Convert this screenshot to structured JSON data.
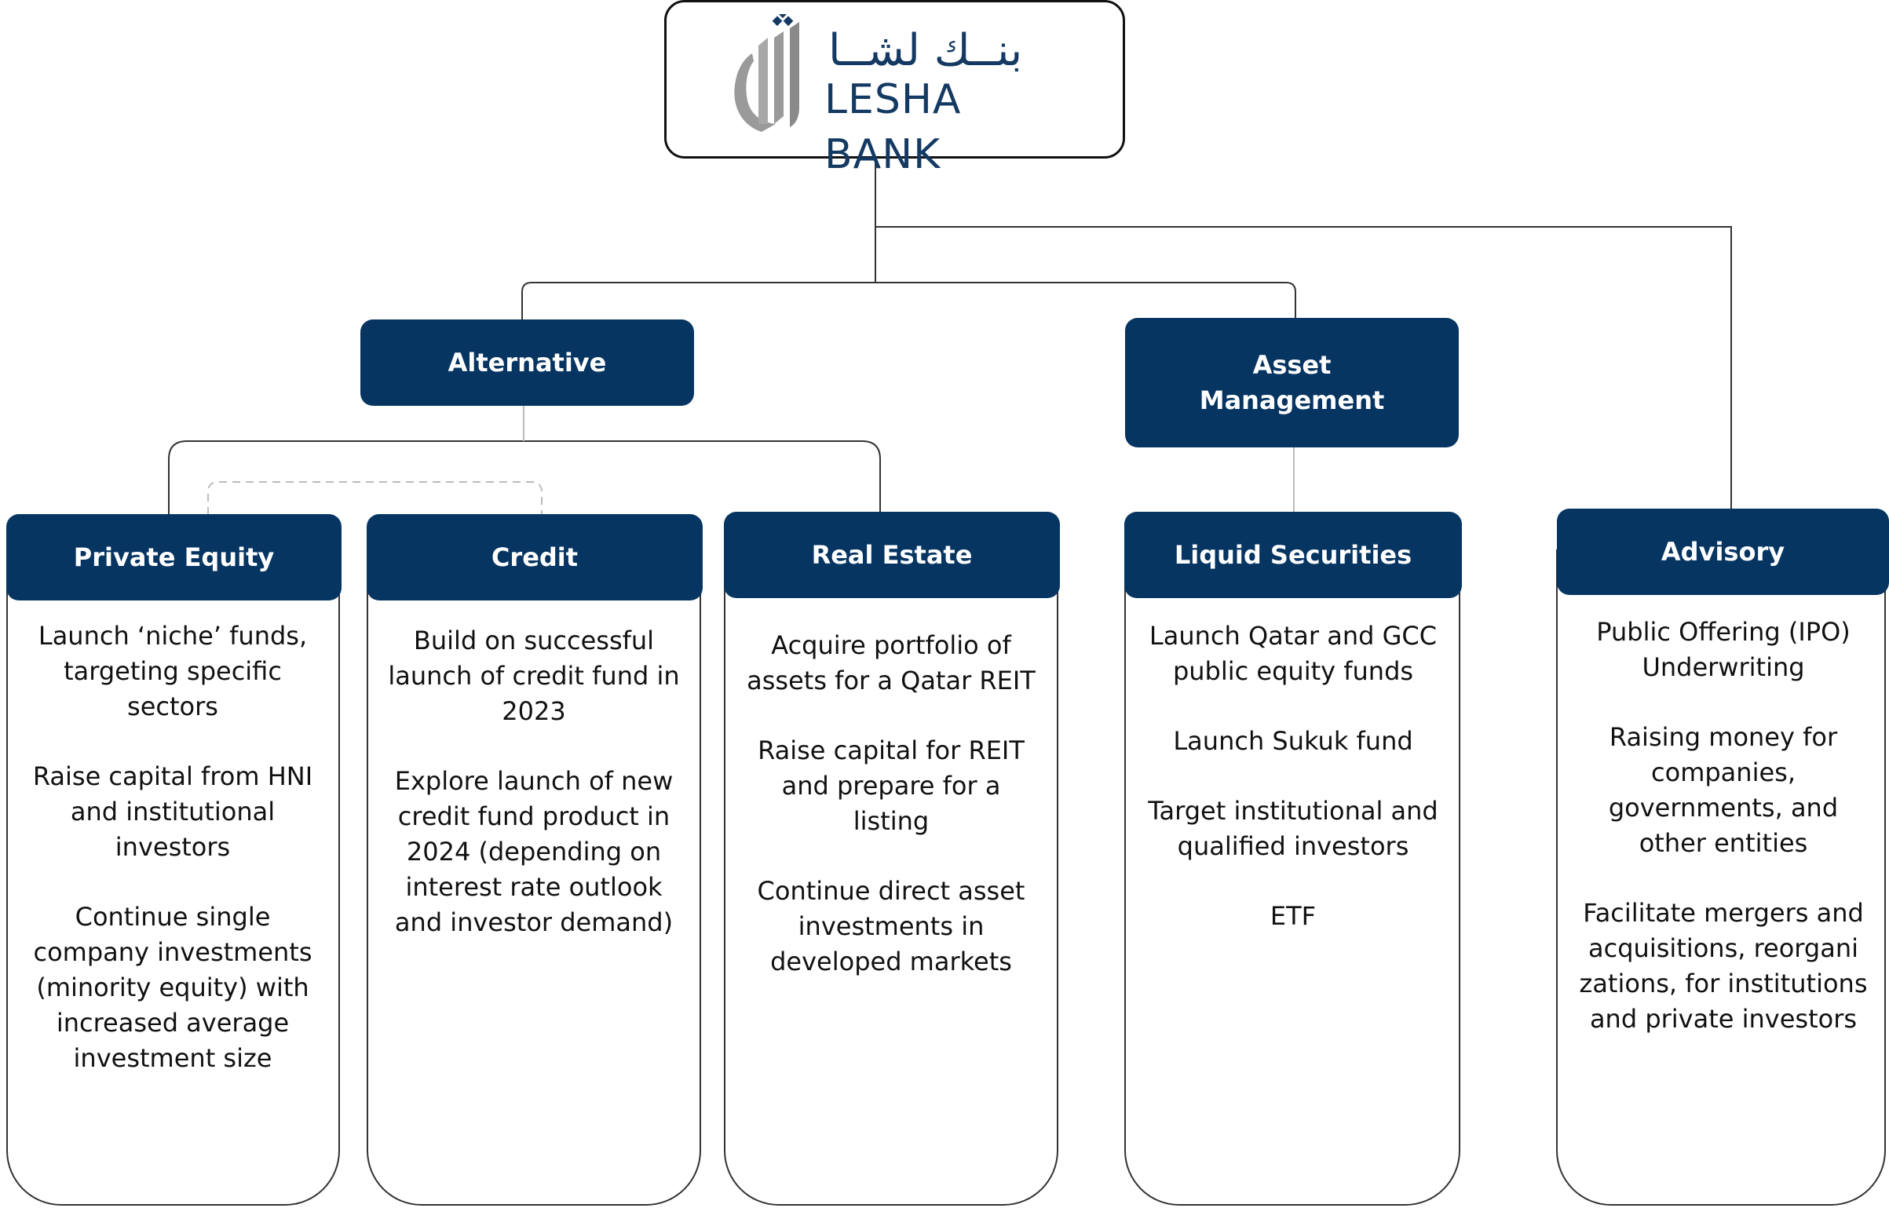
{
  "logo": {
    "arabic_name": "بنــك لشــا",
    "latin_name": "LESHA BANK",
    "brand_color": "#143a63",
    "mark_color": "#9a9a9a",
    "icon": "lesha-bank-logo-mark"
  },
  "colors": {
    "header_fill": "#063562",
    "header_text": "#ffffff",
    "line": "#333333",
    "dashed_line": "#bbbbbb"
  },
  "groups": {
    "alternative": "Alternative",
    "asset_management_line1": "Asset",
    "asset_management_line2": "Management"
  },
  "columns": [
    {
      "title": "Private Equity",
      "items": [
        "Launch ‘niche’ funds, targeting specific sectors",
        "Raise capital from HNI and institutional investors",
        "Continue single company investments (minority equity) with increased average investment size"
      ]
    },
    {
      "title": "Credit",
      "items": [
        "Build on successful launch of credit fund in 2023",
        "Explore launch of new credit fund product in 2024 (depending on interest rate outlook and investor demand)"
      ]
    },
    {
      "title": "Real Estate",
      "items": [
        "Acquire portfolio of assets for a Qatar REIT",
        "Raise capital for REIT and prepare for a listing",
        "Continue direct asset investments in developed markets"
      ]
    },
    {
      "title": "Liquid Securities",
      "items": [
        "Launch Qatar and GCC public equity funds",
        "Launch Sukuk fund",
        "Target institutional and qualified investors",
        "ETF"
      ]
    },
    {
      "title": "Advisory",
      "items": [
        "Public Offering (IPO) Underwriting",
        "Raising money for companies, governments, and other entities",
        "Facilitate mergers and acquisitions, reorgani zations, for institutions and private investors"
      ]
    }
  ]
}
